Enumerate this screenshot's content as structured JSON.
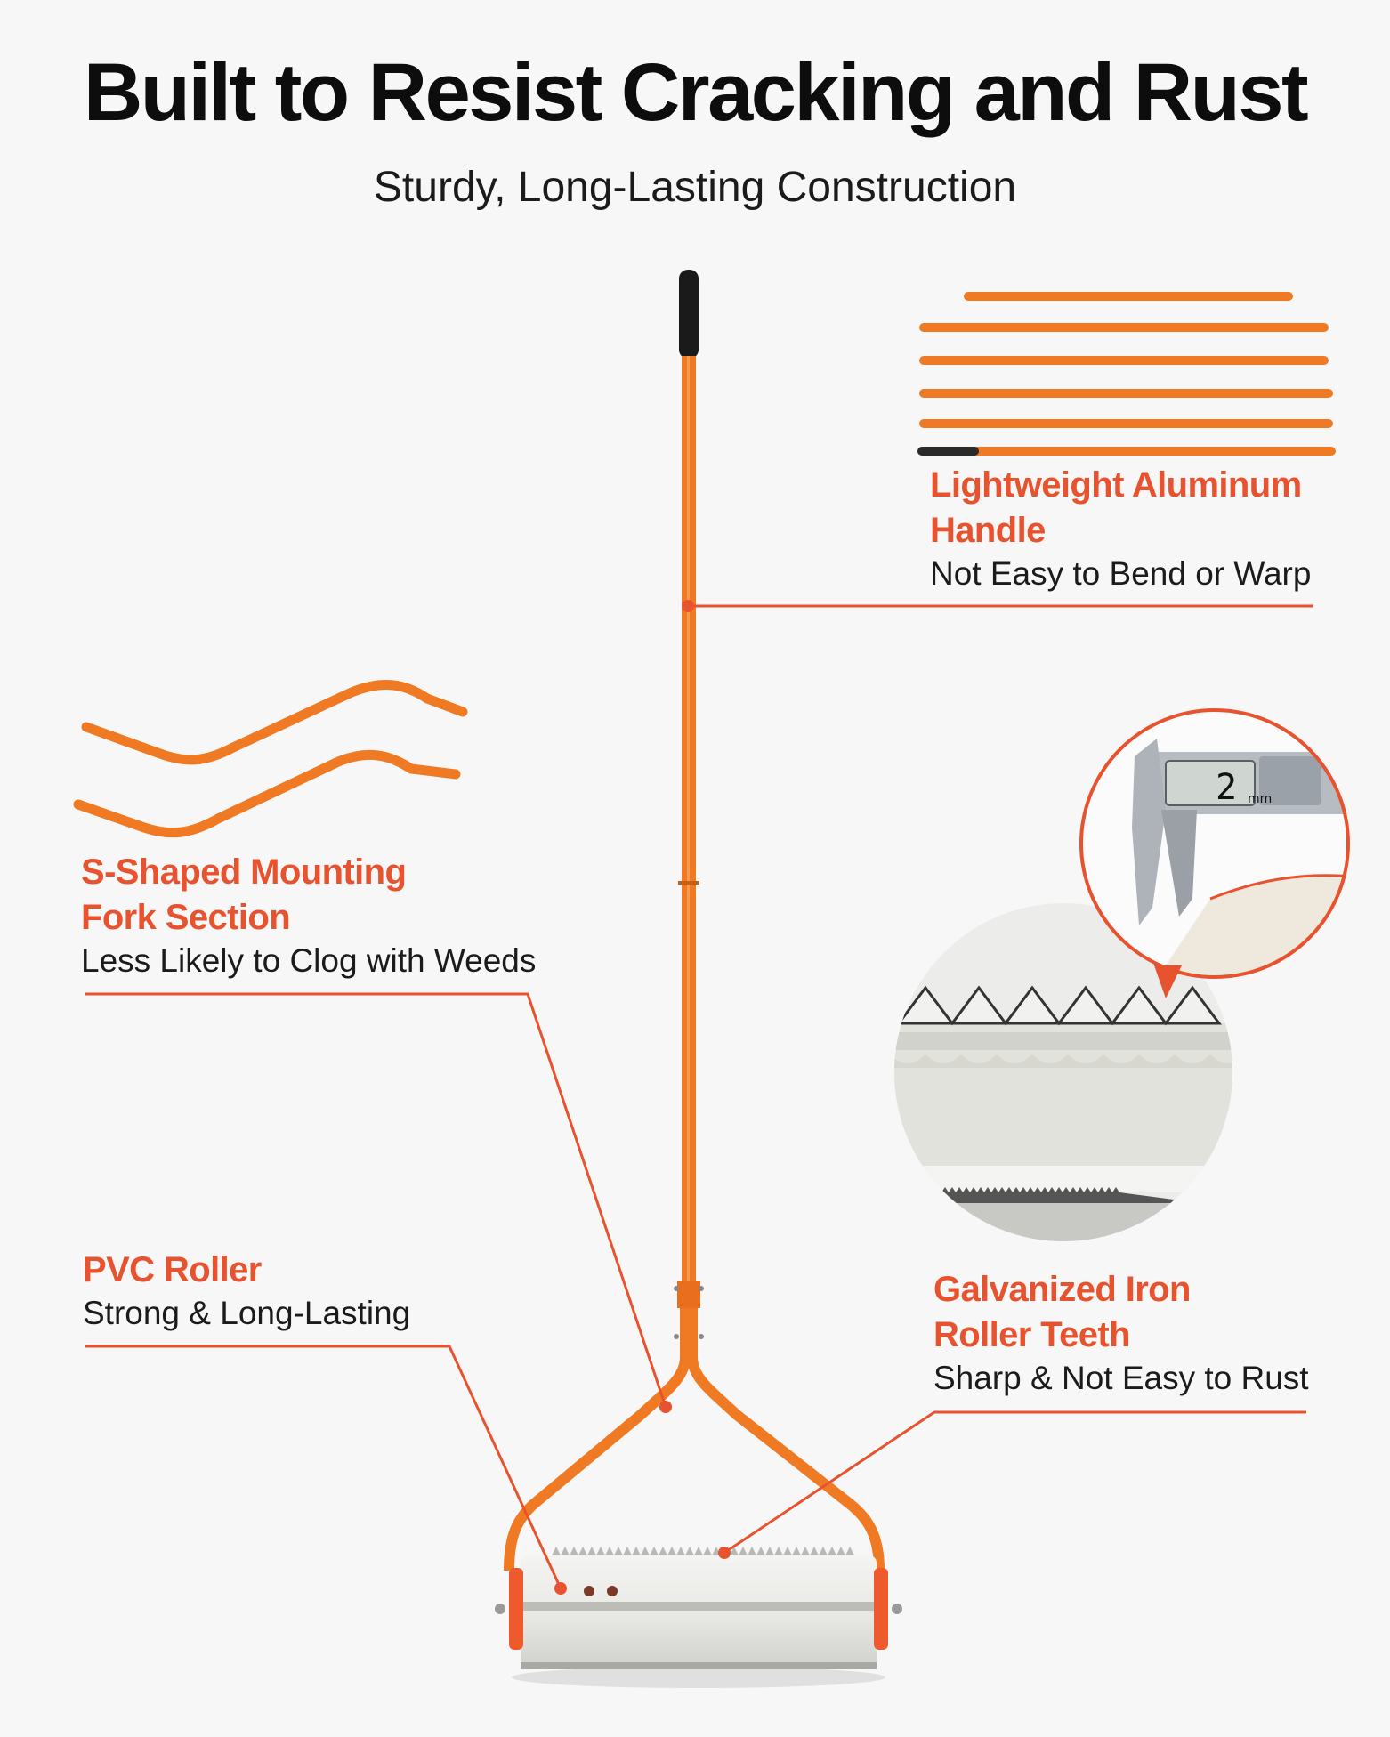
{
  "header": {
    "title": "Built to Resist Cracking and Rust",
    "subtitle": "Sturdy, Long-Lasting Construction"
  },
  "features": {
    "handle": {
      "name": "Lightweight Aluminum Handle",
      "desc": "Not Easy to Bend or Warp"
    },
    "fork": {
      "name": "S-Shaped Mounting Fork Section",
      "desc": "Less Likely to Clog with Weeds"
    },
    "roller": {
      "name": "PVC Roller",
      "desc": "Strong & Long-Lasting"
    },
    "teeth": {
      "name": "Galvanized Iron Roller Teeth",
      "desc": "Sharp & Not Easy to Rust"
    }
  },
  "caliper": {
    "reading": "2",
    "unit": "mm"
  },
  "colors": {
    "accent": "#e8532f",
    "handle_orange": "#ef7a23",
    "grip": "#1a1a1a",
    "background": "#f7f7f7"
  }
}
